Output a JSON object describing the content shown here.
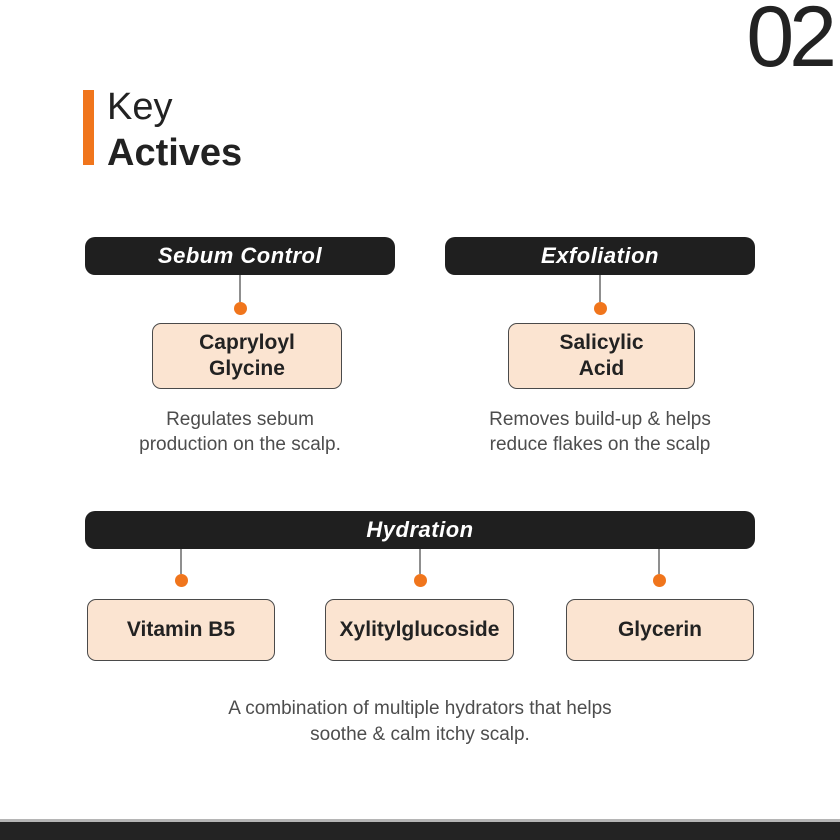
{
  "page": {
    "number": "02"
  },
  "title": {
    "line1": "Key",
    "line2": "Actives"
  },
  "sections": {
    "sebum": {
      "header": "Sebum Control",
      "active": "Capryloyl\nGlycine",
      "description": "Regulates sebum\nproduction on the scalp."
    },
    "exfoliation": {
      "header": "Exfoliation",
      "active": "Salicylic\nAcid",
      "description": "Removes build-up & helps\nreduce flakes on the scalp"
    },
    "hydration": {
      "header": "Hydration",
      "actives": [
        "Vitamin B5",
        "Xylitylglucoside",
        "Glycerin"
      ],
      "description": "A combination of multiple hydrators that helps\nsoothe & calm itchy scalp."
    }
  },
  "colors": {
    "accent_orange": "#F0751C",
    "header_dark": "#1F1F1F",
    "chip_bg": "#FBE4D1",
    "chip_border": "#4A4A4A",
    "text_dark": "#222222",
    "text_gray": "#4D4D4D",
    "footer_bar": "#232323",
    "footer_line": "#B5B5B5"
  }
}
